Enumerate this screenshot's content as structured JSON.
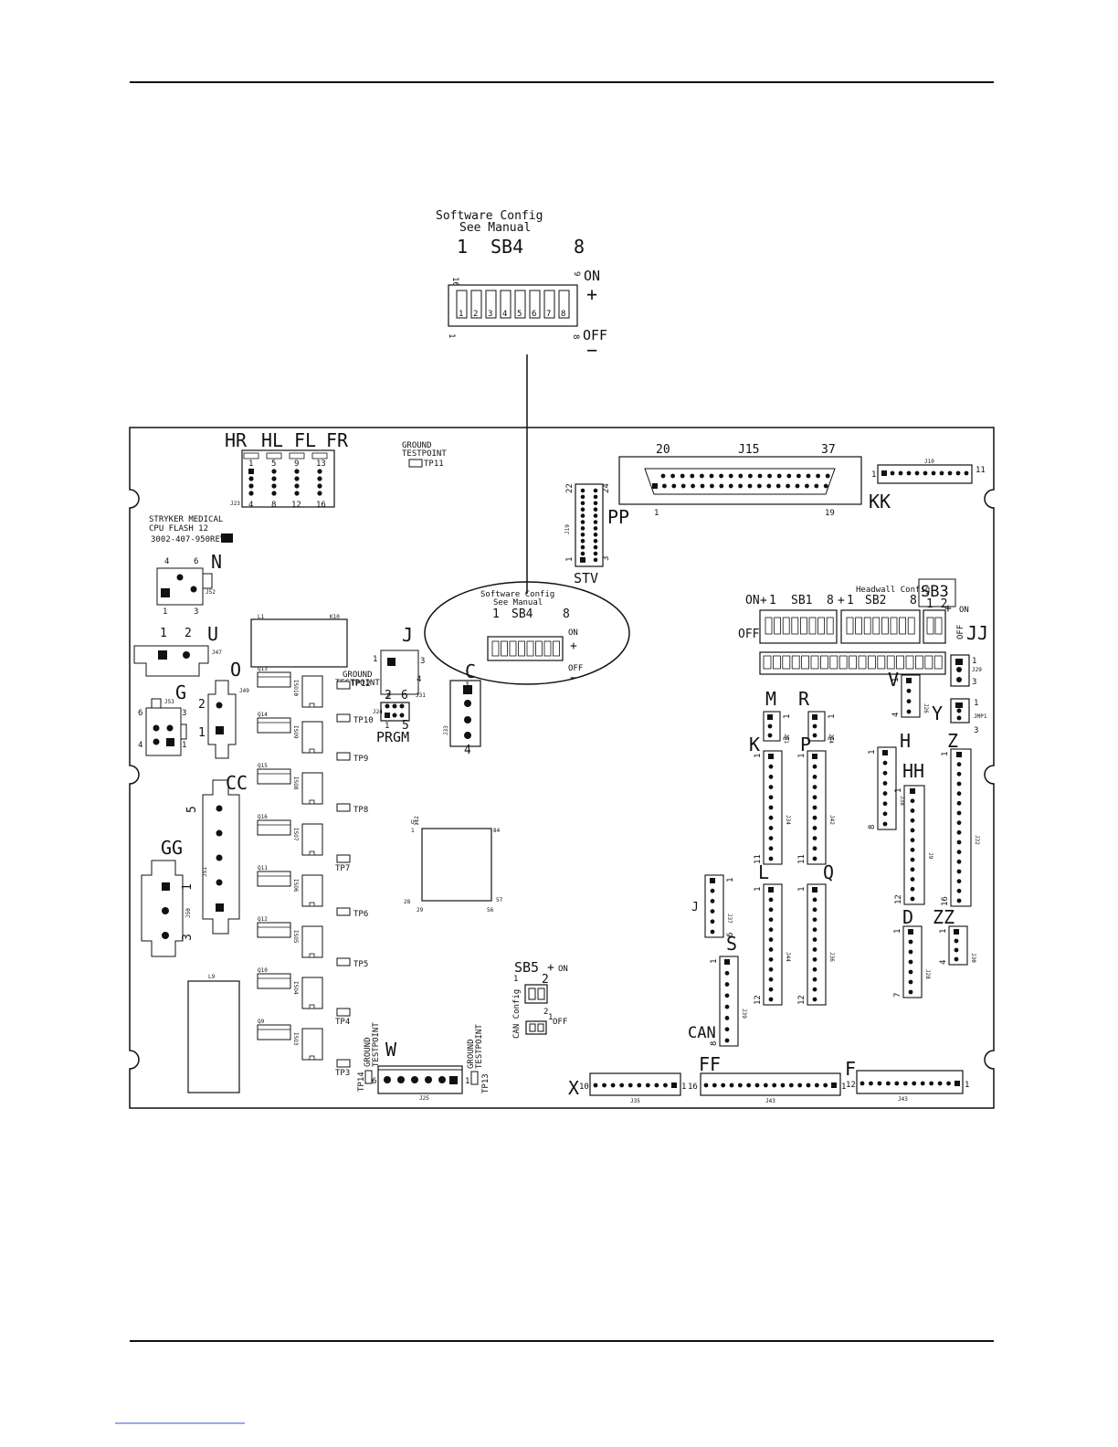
{
  "software_callout": {
    "title_line1": "Software Config",
    "title_line2": "See Manual",
    "label_left": "1",
    "label_name": "SB4",
    "label_right": "8",
    "on_label": "ON",
    "on_sign": "+",
    "off_label": "OFF",
    "off_sign": "−",
    "switch_numbers": [
      "1",
      "2",
      "3",
      "4",
      "5",
      "6",
      "7",
      "8"
    ],
    "pin_16": "16",
    "pin_9": "9",
    "pin_1": "1",
    "pin_8": "8"
  },
  "board": {
    "brand_line1": "STRYKER MEDICAL",
    "brand_line2": "CPU FLASH 12",
    "part_number": "3002-407-950REV",
    "ground_testpoint_top": [
      "GROUND",
      "TESTPOINT",
      "TP11"
    ],
    "hr_labels": [
      "HR",
      "HL",
      "FL",
      "FR"
    ],
    "hr_pins_top": [
      "1",
      "5",
      "9",
      "13"
    ],
    "hr_pins_bottom": [
      "4",
      "8",
      "12",
      "16"
    ],
    "j15": {
      "name": "J15",
      "pin20": "20",
      "pin37": "37",
      "pin1": "1",
      "pin19": "19",
      "letter": "KK"
    },
    "j10": {
      "name": "J10",
      "pin1": "1",
      "pin11": "11"
    },
    "pp": {
      "letter": "PP",
      "pin22": "22",
      "pin24": "24",
      "pin1": "1",
      "pin3": "3",
      "below": "STV",
      "name": "J19"
    },
    "inner_callout": [
      "Software Config",
      "See Manual",
      "1",
      "SB4",
      "8",
      "ON",
      "+",
      "OFF",
      "−"
    ],
    "headwall": {
      "title": "Headwall Config",
      "sb3": "SB3",
      "sb3_pins": "1 2",
      "on_left": "ON",
      "sb1": "SB1",
      "sb1_pins": [
        "1",
        "8"
      ],
      "sb2": "SB2",
      "sb2_pins": [
        "1",
        "8"
      ],
      "off_left": "OFF",
      "on_right": "ON",
      "off_right": "OFF",
      "jj": "JJ"
    },
    "letters": {
      "n": "N",
      "u": "U",
      "g": "G",
      "o": "O",
      "j": "J",
      "c": "C",
      "cc": "CC",
      "gg": "GG",
      "m": "M",
      "r": "R",
      "v": "V",
      "y": "Y",
      "k": "K",
      "p": "P",
      "h": "H",
      "hh": "HH",
      "z": "Z",
      "l": "L",
      "q": "Q",
      "d": "D",
      "zz": "ZZ",
      "s": "S",
      "w": "W",
      "ff": "FF",
      "f": "F",
      "x": "X",
      "can": "CAN",
      "prgm": "PRGM",
      "j_left": "J"
    },
    "pin_numbers": {
      "n": [
        "4",
        "6",
        "1",
        "3"
      ],
      "u": [
        "1",
        "2"
      ],
      "g": [
        "6",
        "3",
        "4",
        "1"
      ],
      "o": [
        "2",
        "1"
      ],
      "j": [
        "1",
        "3",
        "2",
        "4"
      ],
      "c": [
        "1",
        "4"
      ],
      "cc": [
        "5"
      ],
      "gg": [
        "1",
        "3"
      ],
      "prgm": [
        "2",
        "6",
        "1",
        "5"
      ],
      "jj": [
        "1",
        "3"
      ],
      "v": [
        "1",
        "4"
      ],
      "y": [
        "1",
        "3"
      ],
      "m": [
        "1",
        "3"
      ],
      "r": [
        "1",
        "3"
      ],
      "k": [
        "1",
        "11"
      ],
      "p": [
        "1",
        "11"
      ],
      "h": [
        "1",
        "8"
      ],
      "hh": [
        "1",
        "12"
      ],
      "z": [
        "1",
        "16"
      ],
      "j37": [
        "1",
        "6"
      ],
      "l": [
        "1",
        "12"
      ],
      "q": [
        "1",
        "12"
      ],
      "d": [
        "1",
        "7"
      ],
      "zz": [
        "1",
        "4"
      ],
      "s": [
        "1",
        "8"
      ],
      "w": [
        "6",
        "1"
      ],
      "x": [
        "10",
        "1"
      ],
      "ff": [
        "16",
        "1"
      ],
      "f": [
        "12",
        "1"
      ]
    },
    "testpoints": [
      "TP12",
      "TP10",
      "TP9",
      "TP8",
      "TP7",
      "TP6",
      "TP5",
      "TP4",
      "TP3"
    ],
    "ground_testpoint_mid": [
      "GROUND",
      "TESTPOINT"
    ],
    "tp14": {
      "name": "TP14",
      "text": [
        "GROUND",
        "TESTPOINT"
      ]
    },
    "tp13": {
      "name": "TP13",
      "text": [
        "GROUND",
        "TESTPOINT"
      ]
    },
    "sb5": {
      "name": "SB5",
      "on": "ON",
      "plus": "+",
      "off": "OFF",
      "config": "CAN Config",
      "pins": [
        "1",
        "2",
        "1",
        "2"
      ]
    },
    "ref_designators": {
      "j23": "J23",
      "j52": "J52",
      "j47": "J47",
      "j53": "J53",
      "j49": "J49",
      "j51": "J51",
      "j50": "J50",
      "j31": "J31",
      "j24": "J24",
      "j33": "J33",
      "j25": "J25",
      "j35": "J35",
      "j43a": "J43",
      "j43b": "J43",
      "j30": "J30",
      "j41": "J41",
      "j34": "J34",
      "j42": "J42",
      "j44": "J44",
      "j36": "J36",
      "j37": "J37",
      "j38": "J38",
      "j9": "J9",
      "j32": "J32",
      "j28": "J28",
      "j26": "J26",
      "j29": "J29",
      "j39": "J39",
      "jmp1": "JMP1",
      "u1": "U1",
      "u1_pins": [
        "1",
        "112",
        "84",
        "28",
        "29",
        "57",
        "56"
      ],
      "l9": "L9",
      "k10": "K10",
      "l1": "L1"
    },
    "q_labels": [
      "Q13",
      "Q14",
      "Q15",
      "Q16",
      "Q11",
      "Q12",
      "Q10",
      "Q9"
    ],
    "iso_labels": [
      "ISO10",
      "ISO9",
      "ISO8",
      "ISO7",
      "ISO6",
      "ISO5",
      "ISO4",
      "ISO3"
    ]
  }
}
